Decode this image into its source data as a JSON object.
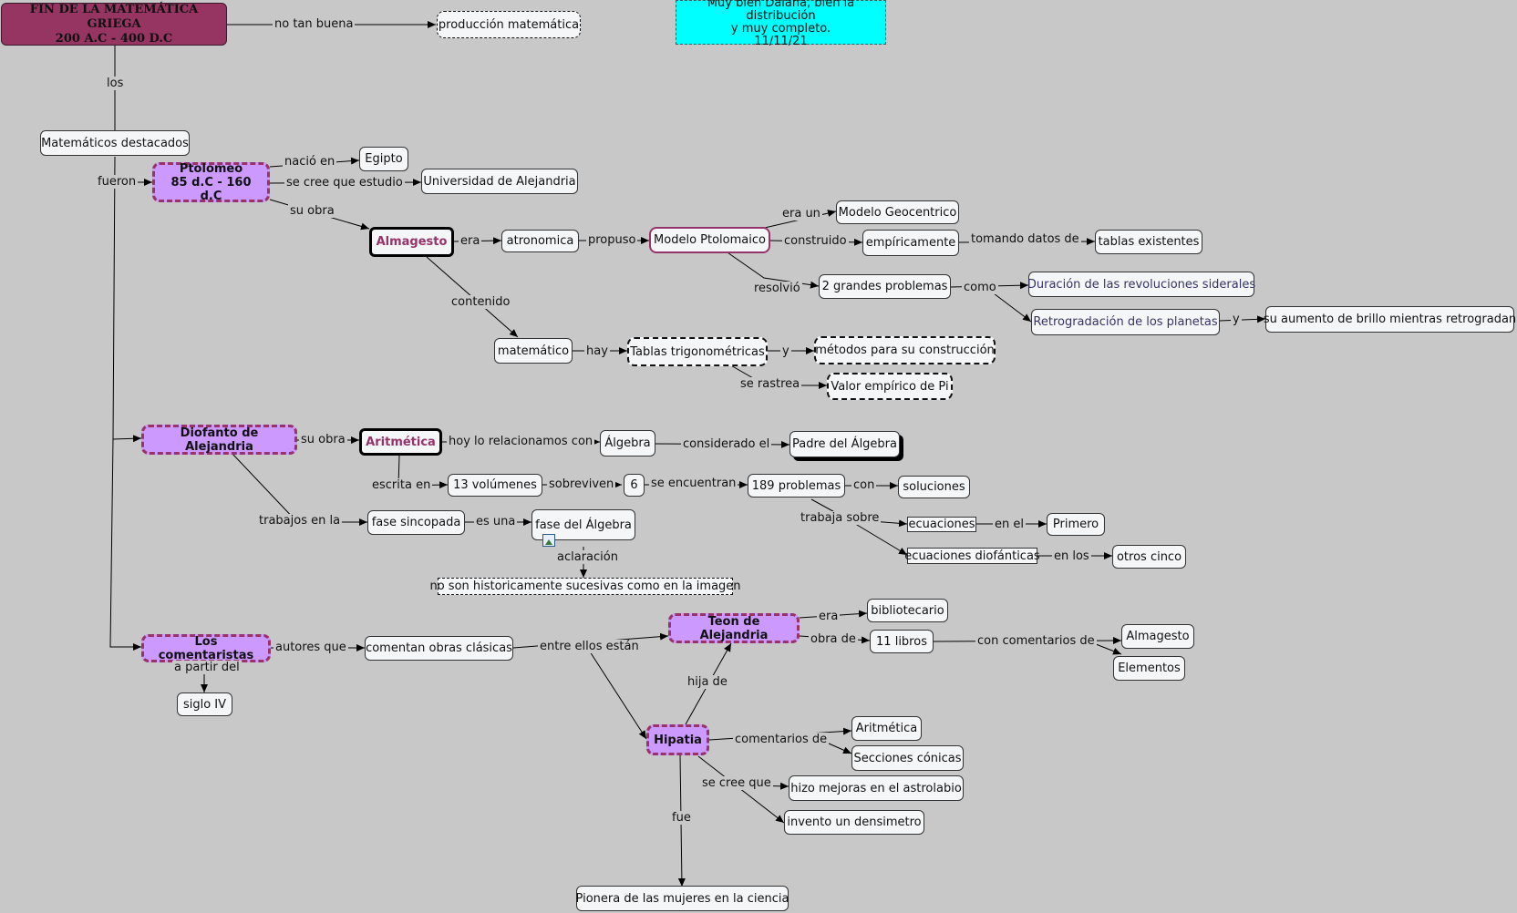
{
  "title": "FIN DE LA MATEMÁTICA GRIEGA 200 A.C - 400 D.C",
  "note": "Muy bien Daiana, bien la distribución y muy completo. 11/11/21",
  "nodes": {
    "title_line1": "FIN DE LA MATEMÁTICA GRIEGA",
    "title_line2": "200 A.C - 400 D.C",
    "note_line1": "Muy bien Daiana, bien la distribución",
    "note_line2": "y muy completo.",
    "note_line3": "11/11/21",
    "produccion": "producción matemática",
    "matematicos": "Matemáticos destacados",
    "ptolomeo_1": "Ptolomeo",
    "ptolomeo_2": "85 d.C - 160 d.C",
    "egipto": "Egipto",
    "universidad": "Universidad de Alejandria",
    "almagesto": "Almagesto",
    "atronomica": "atronomica",
    "modelo_ptolomaico": "Modelo Ptolomaico",
    "modelo_geocentrico": "Modelo Geocentrico",
    "empiricamente": "empíricamente",
    "tablas_existentes": "tablas existentes",
    "grandes_problemas": "2 grandes problemas",
    "duracion": "Duración de las revoluciones siderales",
    "retrogradacion": "Retrogradación de los planetas",
    "aumento_brillo": "su aumento de brillo mientras retrogradan",
    "matematico": "matemático",
    "tablas_trig": "Tablas trigonométricas",
    "metodos": "métodos para su construcción",
    "valor_pi": "Valor empírico de Pi",
    "diofanto": "Diofanto de Alejandria",
    "aritmetica": "Aritmética",
    "algebra": "Álgebra",
    "padre_algebra": "Padre del Álgebra",
    "volumenes": "13 volúmenes",
    "seis": "6",
    "problemas_189": "189 problemas",
    "soluciones": "soluciones",
    "fase_sincopada": "fase sincopada",
    "fase_algebra": "fase del Álgebra",
    "no_son": "no son historicamente sucesivas como en la imagen",
    "ecuaciones": "ecuaciones",
    "ecuaciones_dio": "ecuaciones diofánticas",
    "primero": "Primero",
    "otros_cinco": "otros cinco",
    "comentaristas": "Los comentaristas",
    "siglo_iv": "siglo IV",
    "comentan": "comentan obras clásicas",
    "teon": "Teon de Alejandria",
    "bibliotecario": "bibliotecario",
    "once_libros": "11 libros",
    "almagesto2": "Almagesto",
    "elementos": "Elementos",
    "hipatia": "Hipatia",
    "aritmetica2": "Aritmética",
    "secciones": "Secciones cónicas",
    "astrolabio": "hizo mejoras en el astrolabio",
    "densimetro": "invento un densimetro",
    "pionera": "Pionera de las mujeres en la ciencia"
  },
  "labels": {
    "no_tan_buena": "no tan buena",
    "los": "los",
    "fueron": "fueron",
    "nacio_en": "nació en",
    "se_cree_que_estudio": "se cree que estudio",
    "su_obra": "su obra",
    "era": "era",
    "propuso": "propuso",
    "era_un": "era un",
    "construido": "construido",
    "tomando_datos_de": "tomando datos de",
    "resolvio": "resolvió",
    "como": "como",
    "y1": "y",
    "contenido": "contenido",
    "hay": "hay",
    "y2": "y",
    "se_rastrea": "se rastrea",
    "su_obra2": "su obra",
    "hoy_lo": "hoy lo relacionamos con",
    "considerado_el": "considerado el",
    "escrita_en": "escrita en",
    "sobreviven": "sobreviven",
    "se_encuentran": "se encuentran",
    "con": "con",
    "trabaja_sobre": "trabaja sobre",
    "en_el": "en el",
    "en_los": "en los",
    "trabajos_en_la": "trabajos en la",
    "es_una": "es una",
    "aclaracion": "aclaración",
    "autores_que": "autores que",
    "a_partir_del": "a partir del",
    "entre_ellos": "entre ellos están",
    "era2": "era",
    "obra_de": "obra de",
    "con_comentarios_de": "con comentarios de",
    "hija_de": "hija de",
    "comentarios_de": "comentarios de",
    "se_cree_que": "se cree que",
    "fue": "fue"
  },
  "colors": {
    "background": "#c8c8c8",
    "title": "#963462",
    "note": "#00ffff",
    "person": "#cc99ff",
    "accent": "#96336a"
  }
}
